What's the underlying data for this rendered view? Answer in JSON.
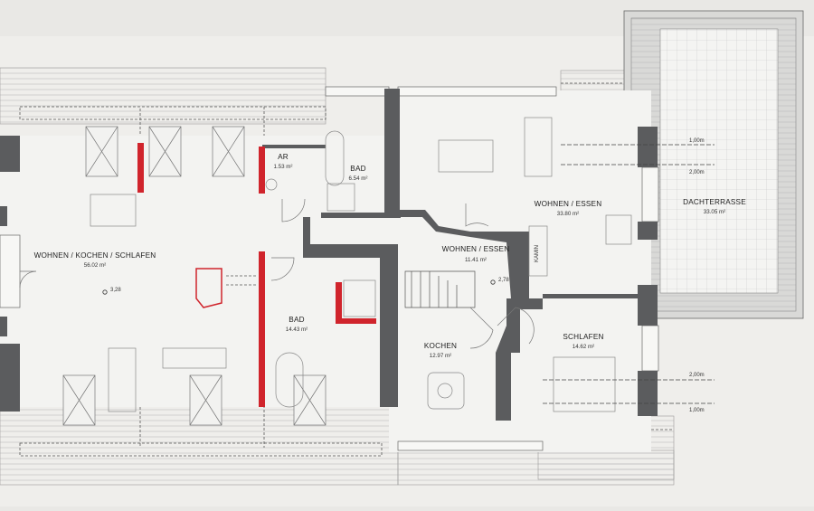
{
  "rooms": {
    "wohnen_kochen_schlafen": {
      "name": "WOHNEN / KOCHEN / SCHLAFEN",
      "area": "56.02 m²"
    },
    "ar": {
      "name": "AR",
      "area": "1.53 m²"
    },
    "bad_small": {
      "name": "BAD",
      "area": "6.54 m²"
    },
    "bad_large": {
      "name": "BAD",
      "area": "14.43 m²"
    },
    "wohnen_essen_center": {
      "name": "WOHNEN / ESSEN",
      "area": "11.41 m²"
    },
    "wohnen_essen_right": {
      "name": "WOHNEN / ESSEN",
      "area": "33.80 m²"
    },
    "kochen": {
      "name": "KOCHEN",
      "area": "12.97 m²"
    },
    "schlafen": {
      "name": "SCHLAFEN",
      "area": "14.62 m²"
    },
    "dachterrasse": {
      "name": "DACHTERRASSE",
      "area": "33.05 m²"
    }
  },
  "heights": {
    "left_room": "3,28",
    "center_room": "2,78"
  },
  "dimensions": {
    "terrace_1": "1,00m",
    "terrace_2": "2,00m",
    "schlafen_2": "2,00m",
    "schlafen_1": "1,00m"
  },
  "furniture": {
    "kamin": "KAMIN"
  },
  "colors": {
    "wall": "#5b5c5e",
    "accent_wall": "#d0242c",
    "paper": "#ecebe8",
    "line": "#7a7a7a"
  }
}
